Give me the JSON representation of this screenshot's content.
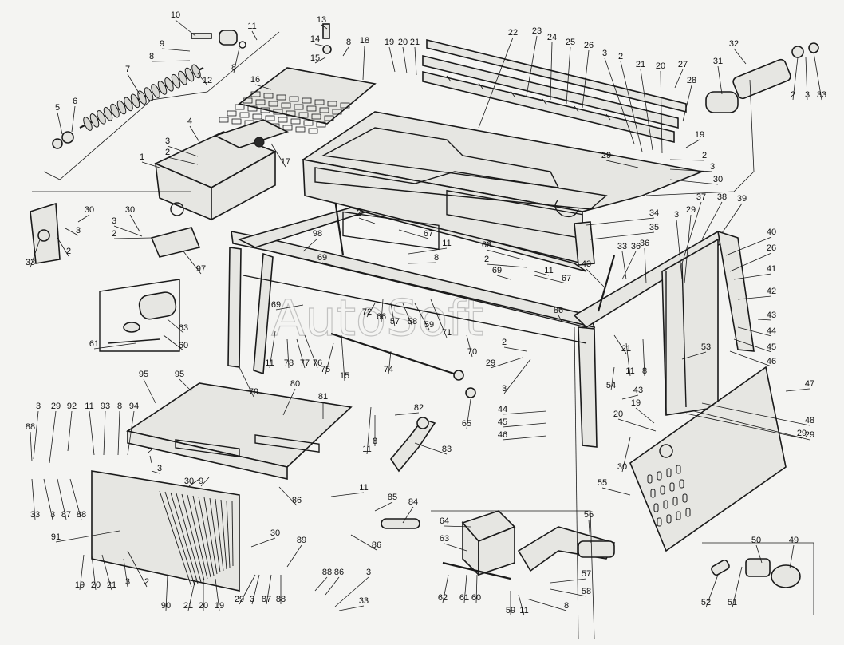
{
  "watermark": "AutoSoft",
  "labels": [
    "1",
    "2",
    "3",
    "4",
    "5",
    "6",
    "7",
    "8",
    "9",
    "10",
    "11",
    "12",
    "13",
    "14",
    "15",
    "16",
    "17",
    "18",
    "19",
    "20",
    "21",
    "22",
    "23",
    "24",
    "25",
    "26",
    "27",
    "28",
    "29",
    "30",
    "31",
    "32",
    "33",
    "34",
    "35",
    "36",
    "37",
    "38",
    "39",
    "40",
    "41",
    "42",
    "43",
    "44",
    "45",
    "46",
    "47",
    "48",
    "49",
    "50",
    "51",
    "52",
    "53",
    "54",
    "55",
    "56",
    "57",
    "58",
    "59",
    "60",
    "61",
    "62",
    "63",
    "64",
    "65",
    "66",
    "67",
    "68",
    "69",
    "70",
    "71",
    "72",
    "74",
    "75",
    "76",
    "77",
    "78",
    "79",
    "80",
    "81",
    "82",
    "83",
    "84",
    "85",
    "86",
    "87",
    "88",
    "89",
    "90",
    "91",
    "92",
    "93",
    "94",
    "95",
    "97",
    "98"
  ]
}
